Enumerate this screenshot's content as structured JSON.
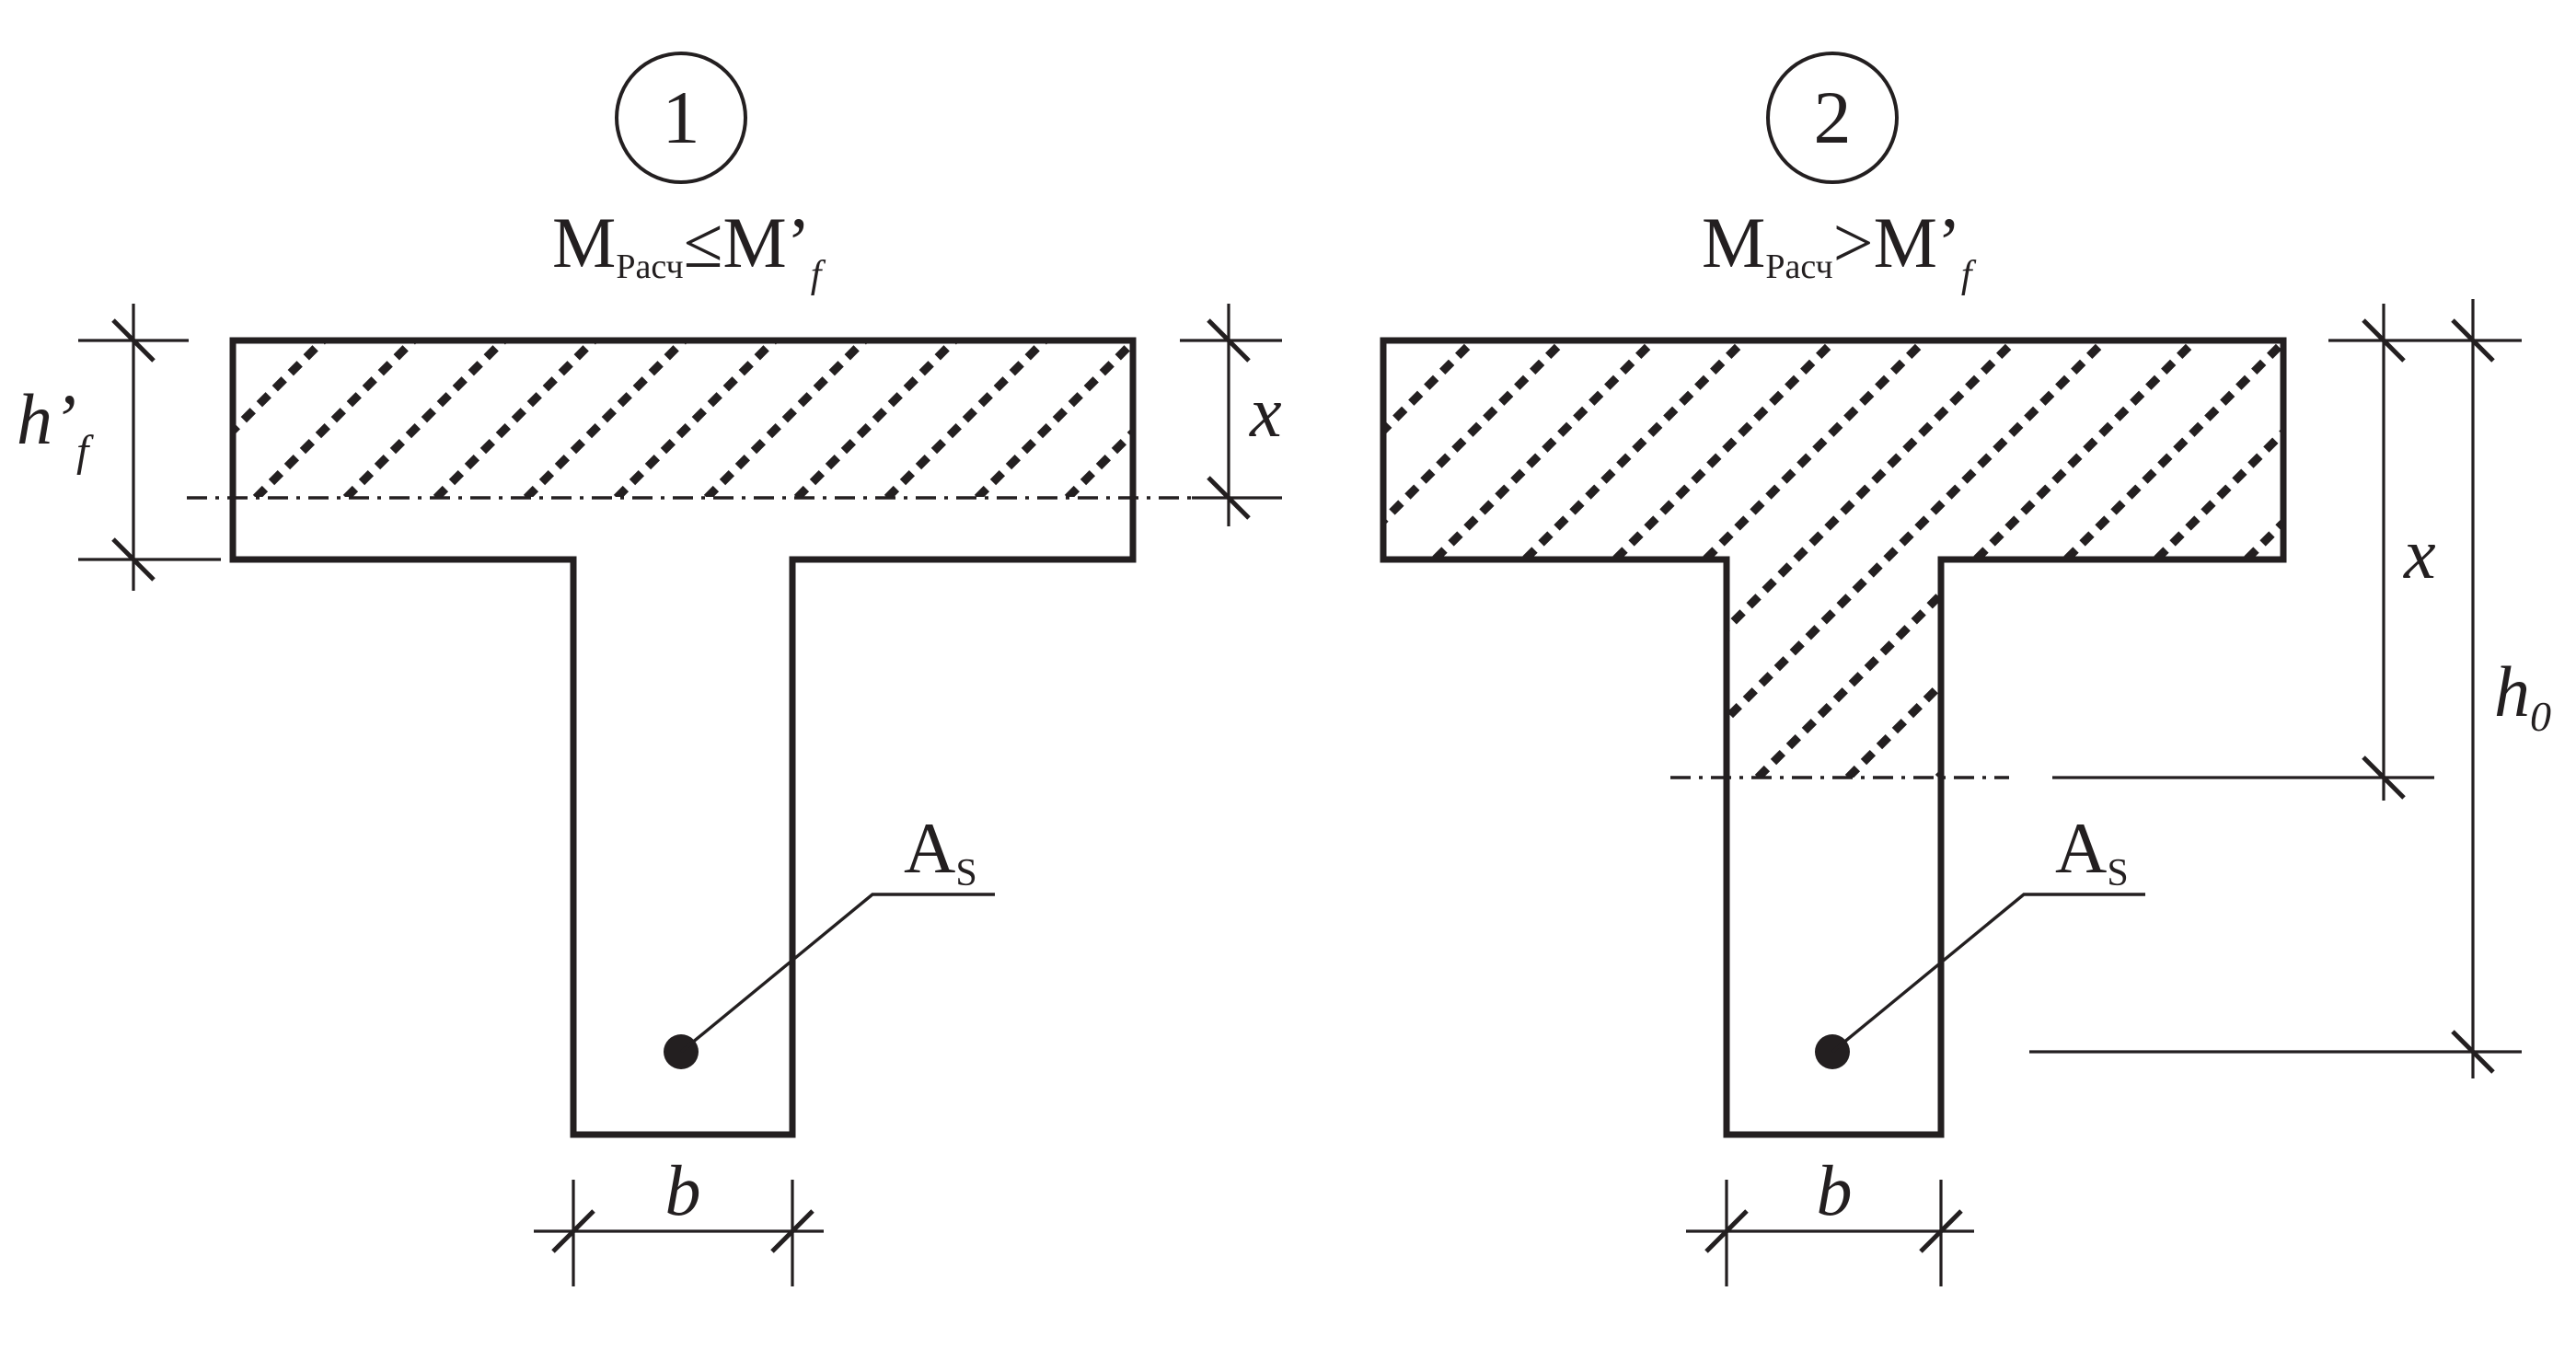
{
  "case1": {
    "number": "1",
    "condition": {
      "M": "M",
      "sub": "Расч",
      "op": "≤",
      "M2": "M’",
      "sub2": "f"
    },
    "flange_height": {
      "main": "h’",
      "sub": "f"
    },
    "compression_depth": "x",
    "web_width": "b",
    "rebar": {
      "main": "A",
      "sub": "S"
    }
  },
  "case2": {
    "number": "2",
    "condition": {
      "M": "M",
      "sub": "Расч",
      "op": ">",
      "M2": "M’",
      "sub2": "f"
    },
    "compression_depth": "x",
    "effective_depth": {
      "main": "h",
      "sub": "0"
    },
    "web_width": "b",
    "rebar": {
      "main": "A",
      "sub": "S"
    }
  }
}
